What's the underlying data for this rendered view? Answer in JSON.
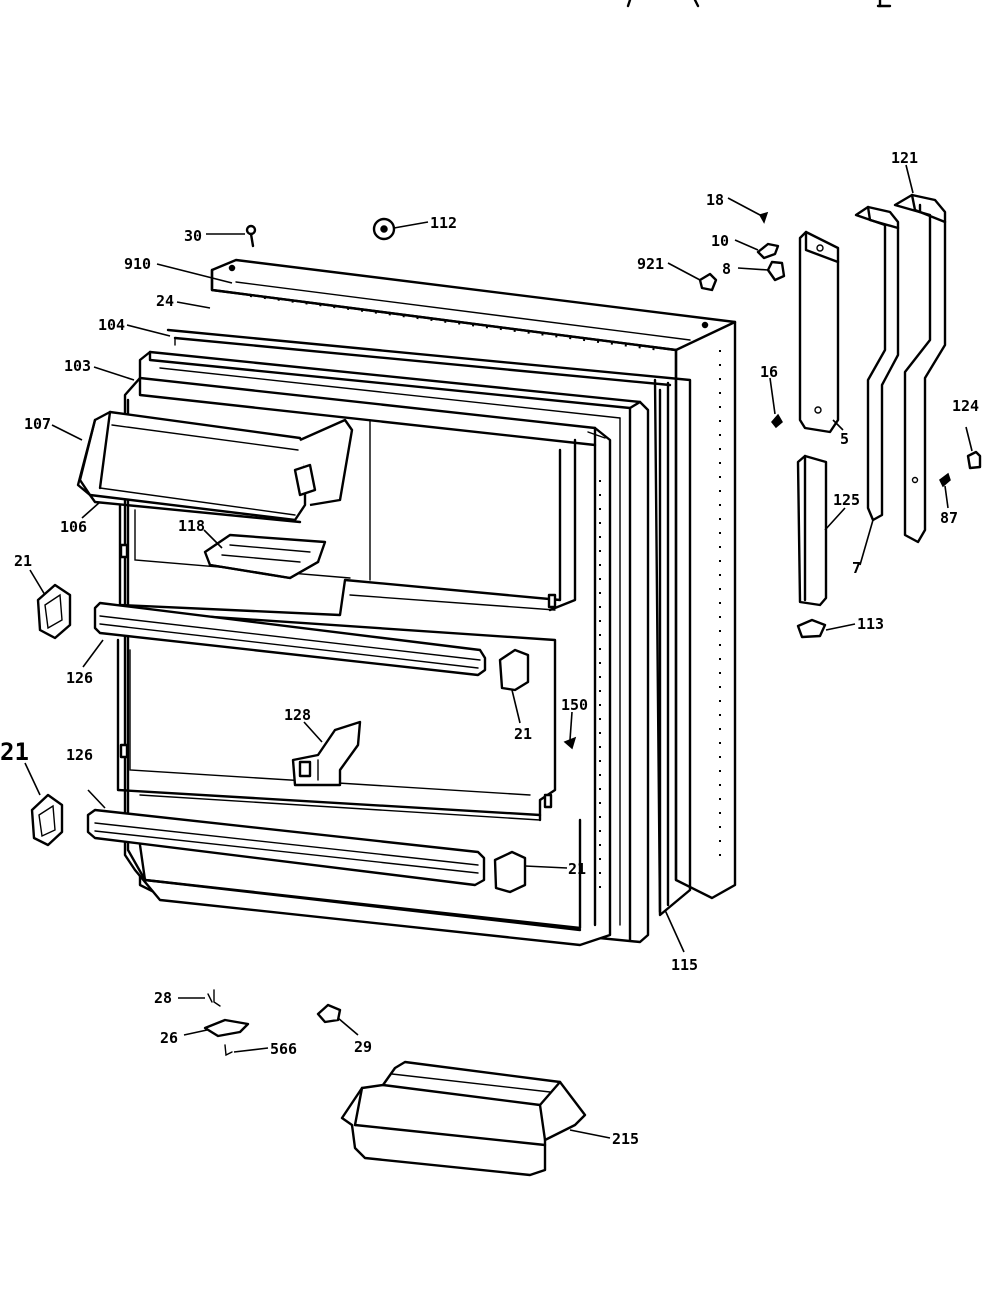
{
  "labels": {
    "p30": "30",
    "p112": "112",
    "p910": "910",
    "p24": "24",
    "p104": "104",
    "p103": "103",
    "p107": "107",
    "p106": "106",
    "p118": "118",
    "p21a": "21",
    "p126a": "126",
    "p21b": "21",
    "p128": "128",
    "p150": "150",
    "p21c": "21",
    "p126b": "126",
    "p21d": "21",
    "p115": "115",
    "p18": "18",
    "p10": "10",
    "p921": "921",
    "p8": "8",
    "p16": "16",
    "p5": "5",
    "p121": "121",
    "p124": "124",
    "p125": "125",
    "p87": "87",
    "p7": "7",
    "p113": "113",
    "p28": "28",
    "p26": "26",
    "p566": "566",
    "p29": "29",
    "p215": "215"
  }
}
